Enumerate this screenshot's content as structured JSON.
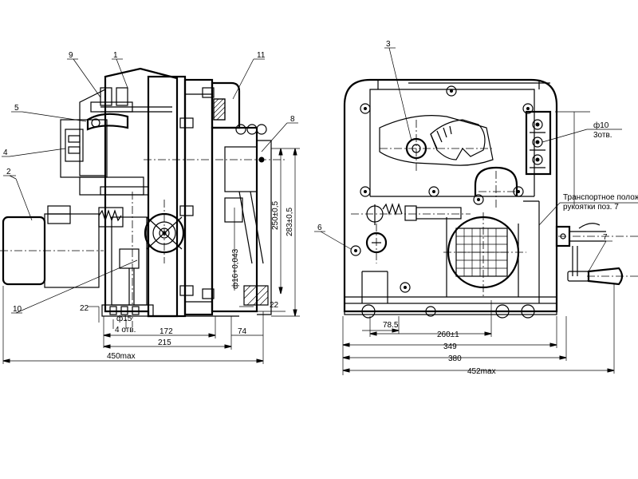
{
  "callouts": {
    "c1": "1",
    "c2": "2",
    "c3": "3",
    "c4": "4",
    "c5": "5",
    "c6": "6",
    "c7": "7",
    "c8": "8",
    "c9": "9",
    "c10": "10",
    "c11": "11"
  },
  "dimensions_left": {
    "d22_bottom": "22",
    "d4holes": "4 отв.",
    "d15": "ф15",
    "d172": "172",
    "d215": "215",
    "d74": "74",
    "d450": "450max",
    "d22_right": "22",
    "d250": "250±0,5",
    "d283": "283±0,5",
    "d16": "ф16+0,043"
  },
  "dimensions_right": {
    "d78": "78.5",
    "d260": "260±1",
    "d349": "349",
    "d380": "380",
    "d452": "452max",
    "d10": "ф10",
    "d3holes": "3отв."
  },
  "notes": {
    "transport_line1": "Транспортное полож",
    "transport_line2": "рукоятки поз. 7"
  }
}
